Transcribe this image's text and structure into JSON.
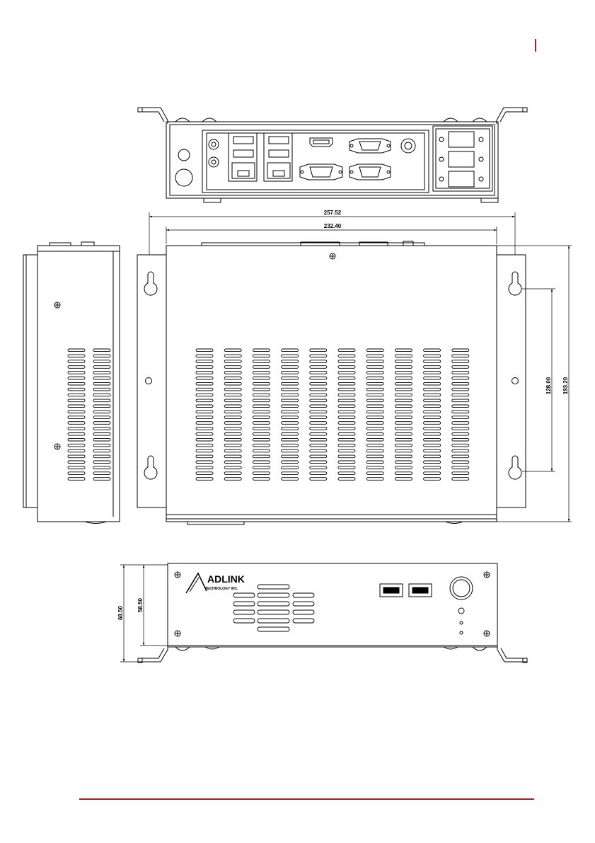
{
  "dimensions": {
    "overall_width": "257.52",
    "body_width": "232.40",
    "mount_hole_pitch": "128.00",
    "overall_depth": "193.20",
    "overall_height": "68.50",
    "body_height": "58.50"
  },
  "logo": {
    "brand": "ADLINK",
    "tagline": "TECHNOLOGY INC."
  },
  "colors": {
    "accent": "#b01e23",
    "line": "#000000"
  }
}
